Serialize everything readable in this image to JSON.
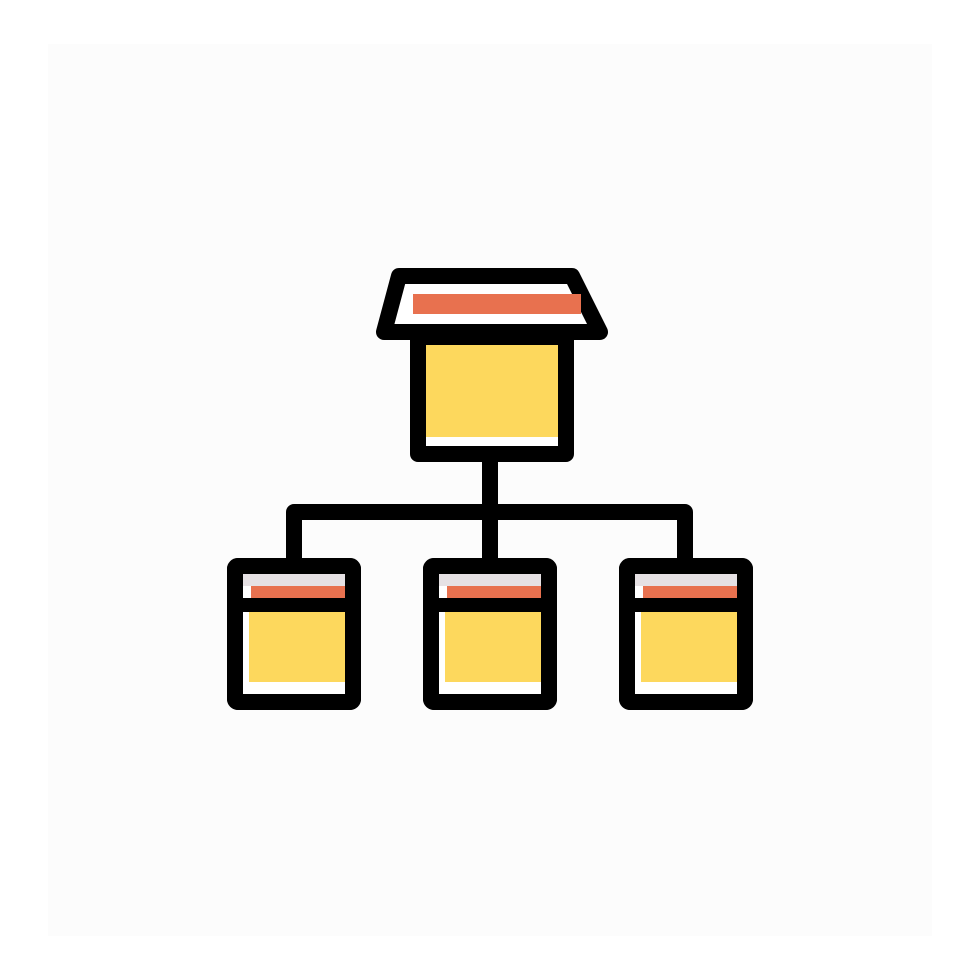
{
  "icon": {
    "name": "hierarchy-structure-icon",
    "colors": {
      "background": "#ffffff",
      "panel": "#fcfcfc",
      "outline": "#000000",
      "fill": "#fdd85d",
      "accent": "#e8714f",
      "highlight": "#e6e1e4"
    },
    "top_node": {
      "shape": "box-with-roof"
    },
    "child_nodes": [
      {
        "shape": "window-box"
      },
      {
        "shape": "window-box"
      },
      {
        "shape": "window-box"
      }
    ]
  }
}
